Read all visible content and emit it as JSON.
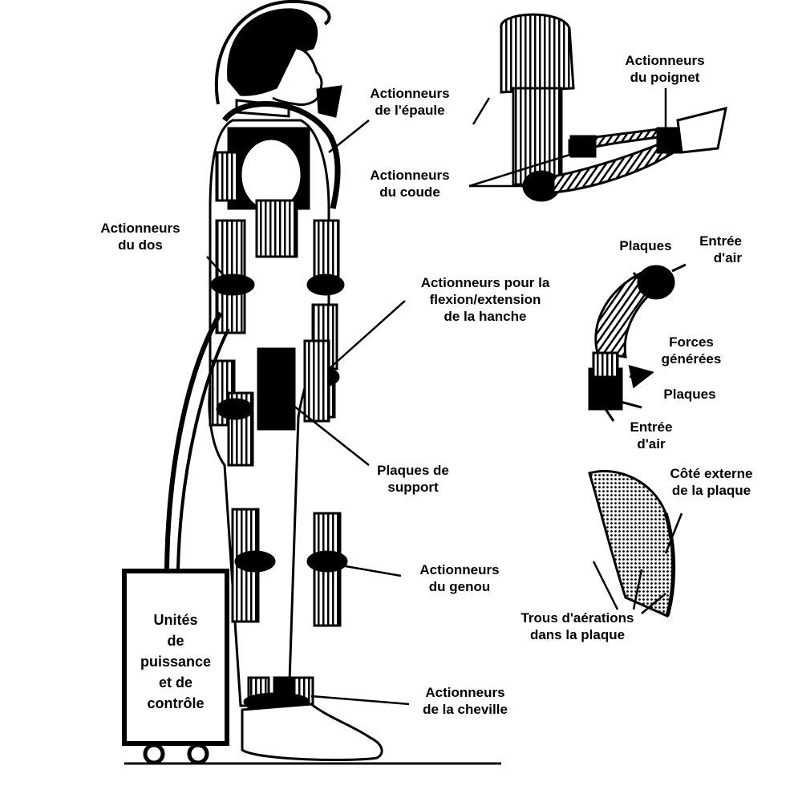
{
  "colors": {
    "ink": "#000000",
    "paper": "#ffffff"
  },
  "labels": {
    "shoulder": [
      "Actionneurs",
      "de l'épaule"
    ],
    "wrist": [
      "Actionneurs",
      "du poignet"
    ],
    "elbow": [
      "Actionneurs",
      "du coude"
    ],
    "back": [
      "Actionneurs",
      "du dos"
    ],
    "hip": [
      "Actionneurs pour la",
      "flexion/extension",
      "de la hanche"
    ],
    "plates_top": "Plaques",
    "air_inlet_top": [
      "Entrée",
      "d'air"
    ],
    "forces": [
      "Forces",
      "générées"
    ],
    "plates_bottom": "Plaques",
    "air_inlet_bottom": [
      "Entrée",
      "d'air"
    ],
    "support_plates": [
      "Plaques de",
      "support"
    ],
    "outer_side": [
      "Côté externe",
      "de la plaque"
    ],
    "knee": [
      "Actionneurs",
      "du genou"
    ],
    "vent_holes": [
      "Trous d'aérations",
      "dans la plaque"
    ],
    "ankle": [
      "Actionneurs",
      "de la cheville"
    ],
    "power_unit": [
      "Unités",
      "de",
      "puissance",
      "et de",
      "contrôle"
    ]
  }
}
